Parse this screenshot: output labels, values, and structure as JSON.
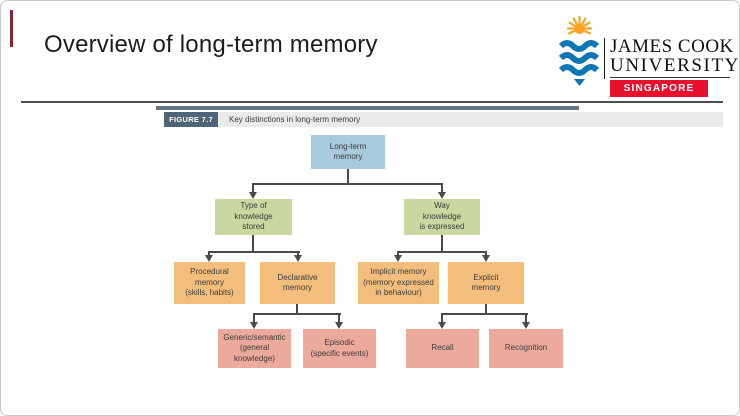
{
  "slide": {
    "title": "Overview of long-term memory"
  },
  "logo": {
    "name_line1": "JAMES COOK",
    "name_line2": "UNIVERSITY",
    "region": "SINGAPORE"
  },
  "figure": {
    "label": "FIGURE 7.7",
    "caption": "Key distinctions in long-term memory"
  },
  "diagram": {
    "nodes": {
      "ltm": {
        "label": "Long-term\nmemory"
      },
      "type": {
        "label": "Type of\nknowledge\nstored"
      },
      "way": {
        "label": "Way\nknowledge\nis expressed"
      },
      "procedural": {
        "label": "Procedural\nmemory\n(skills, habits)"
      },
      "declarative": {
        "label": "Declarative\nmemory"
      },
      "implicit": {
        "label": "Implicit memory\n(memory expressed\nin behaviour)"
      },
      "explicit": {
        "label": "Explicit\nmemory"
      },
      "generic": {
        "label": "Generic/semantic\n(general\nknowledge)"
      },
      "episodic": {
        "label": "Episodic\n(specific events)"
      },
      "recall": {
        "label": "Recall"
      },
      "recognition": {
        "label": "Recognition"
      }
    }
  },
  "colors": {
    "level1_blue": "#a7cbdc",
    "level2_green": "#c9d7a1",
    "level3_orange": "#f3be7c",
    "level4_pink": "#ecaa9d",
    "figure_label_bg": "#4d6577",
    "figure_caption_bg": "#e9ebea",
    "connector": "#4a4a4a",
    "jcu_red": "#e8112d",
    "jcu_blue": "#0e76b4",
    "jcu_sun": "#f7a520",
    "accent_tick": "#8b2331"
  }
}
